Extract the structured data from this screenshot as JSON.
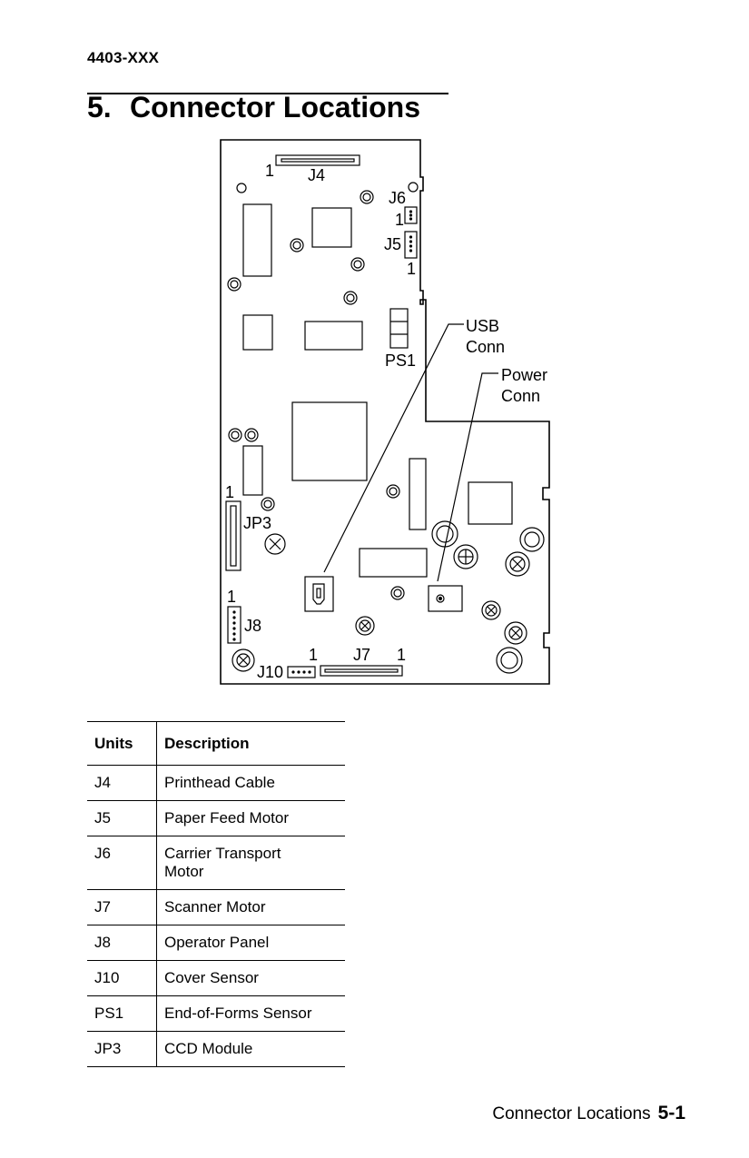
{
  "header": {
    "code": "4403-XXX"
  },
  "page": {
    "section_number": "5.",
    "title": "Connector Locations"
  },
  "diagram": {
    "labels": {
      "j4": "J4",
      "j4_pin": "1",
      "j6": "J6",
      "j6_pin": "1",
      "j5": "J5",
      "j5_pin": "1",
      "ps1": "PS1",
      "jp3": "JP3",
      "jp3_pin": "1",
      "j8": "J8",
      "j8_pin": "1",
      "j10": "J10",
      "j10_pin": "1",
      "j7": "J7",
      "j7_pin": "1",
      "usb_line1": "USB",
      "usb_line2": "Conn",
      "power_line1": "Power",
      "power_line2": "Conn"
    }
  },
  "table": {
    "headers": [
      "Units",
      "Description"
    ],
    "rows": [
      {
        "unit": "J4",
        "description": "Printhead Cable"
      },
      {
        "unit": "J5",
        "description": "Paper Feed Motor"
      },
      {
        "unit": "J6",
        "description": "Carrier Transport Motor"
      },
      {
        "unit": "J7",
        "description": "Scanner Motor"
      },
      {
        "unit": "J8",
        "description": "Operator Panel"
      },
      {
        "unit": "J10",
        "description": "Cover Sensor"
      },
      {
        "unit": "PS1",
        "description": "End-of-Forms Sensor"
      },
      {
        "unit": "JP3",
        "description": "CCD Module"
      }
    ]
  },
  "footer": {
    "section_title": "Connector Locations",
    "page_number": "5-1"
  }
}
